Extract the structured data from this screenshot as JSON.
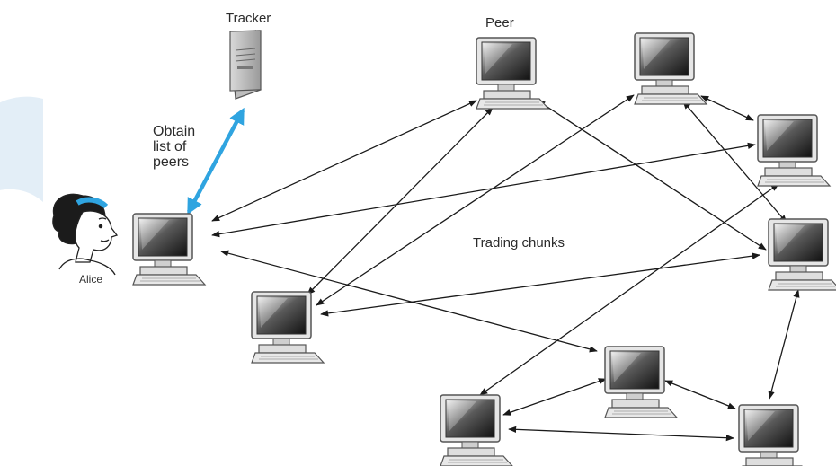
{
  "labels": {
    "tracker": "Tracker",
    "peer": "Peer",
    "obtain_line1": "Obtain",
    "obtain_line2": "list of",
    "obtain_line3": "peers",
    "trading": "Trading chunks",
    "alice": "Alice"
  },
  "colors": {
    "tracker_link": "#2fa4e0",
    "peer_link": "#1a1a1a",
    "watermark": "#e3eef7"
  }
}
